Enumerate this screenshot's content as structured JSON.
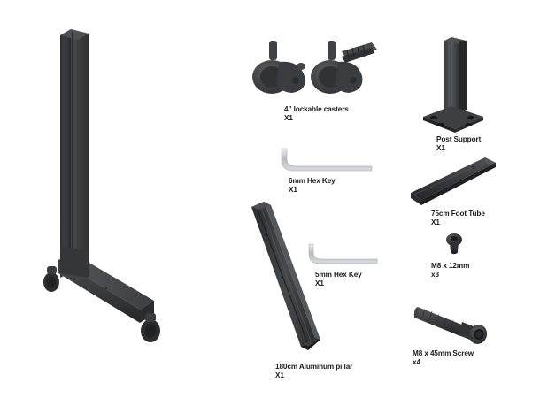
{
  "document": {
    "type": "assembly-parts-diagram",
    "background_color": "#ffffff",
    "text_color": "#1c1c1c",
    "metal_dark": "#3a3b3d",
    "metal_light": "#c9ccd0"
  },
  "assembly": {
    "name": "assembled-stand-preview",
    "components": [
      "180cm Aluminum pillar",
      "75cm Foot Tube",
      "4\" lockable casters"
    ]
  },
  "parts": [
    {
      "id": "casters",
      "label": "4” lockable casters",
      "qty": "X1",
      "icon": "caster-icon"
    },
    {
      "id": "hex6",
      "label": "6mm Hex Key",
      "qty": "X1",
      "icon": "hex-key-icon"
    },
    {
      "id": "pillar",
      "label": "180cm Aluminum pillar",
      "qty": "X1",
      "icon": "aluminum-pillar-icon"
    },
    {
      "id": "hex5",
      "label": "5mm Hex Key",
      "qty": "X1",
      "icon": "hex-key-icon"
    },
    {
      "id": "post-support",
      "label": "Post Support",
      "qty": "X1",
      "icon": "post-support-icon"
    },
    {
      "id": "foot-tube",
      "label": "75cm Foot Tube",
      "qty": "X1",
      "icon": "foot-tube-icon"
    },
    {
      "id": "bolt-m8-12",
      "label": "M8 x 12mm",
      "qty": "x3",
      "icon": "button-head-bolt-icon"
    },
    {
      "id": "screw-m8-45",
      "label": "M8 x 45mm Screw",
      "qty": "x4",
      "icon": "socket-cap-screw-icon"
    }
  ]
}
